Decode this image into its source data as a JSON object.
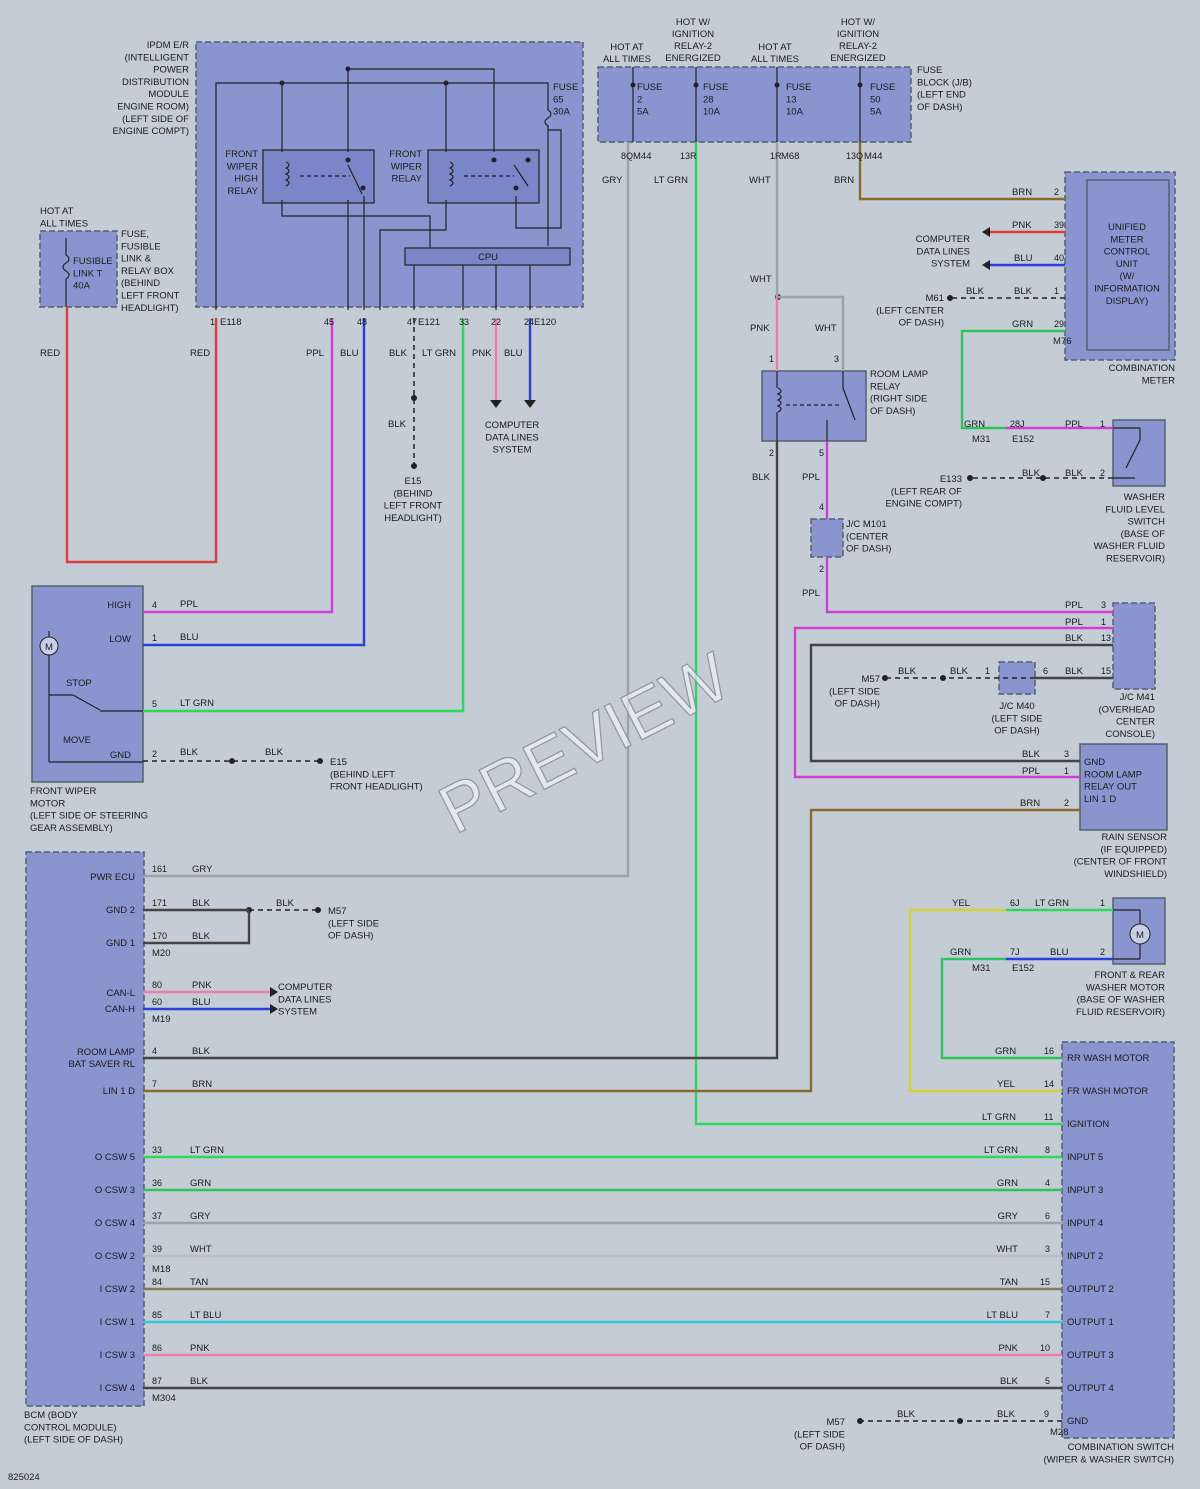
{
  "diagram": {
    "doc_id": "825024",
    "watermark": "PREVIEW",
    "components": {
      "ipdm": [
        "IPDM E/R",
        "(INTELLIGENT",
        "POWER",
        "DISTRIBUTION",
        "MODULE",
        "ENGINE ROOM)",
        "(LEFT SIDE OF",
        "ENGINE COMPT)"
      ],
      "fuse65": [
        "FUSE",
        "65",
        "30A"
      ],
      "front_wiper_high_relay": [
        "FRONT",
        "WIPER",
        "HIGH",
        "RELAY"
      ],
      "front_wiper_relay": [
        "FRONT",
        "WIPER",
        "RELAY"
      ],
      "cpu": "CPU",
      "fusible_link_hot": [
        "HOT AT",
        "ALL TIMES"
      ],
      "fusible_link_inner": [
        "FUSIBLE",
        "LINK T",
        "40A"
      ],
      "fusible_link_box": [
        "FUSE,",
        "FUSIBLE",
        "LINK &",
        "RELAY BOX",
        "(BEHIND",
        "LEFT FRONT",
        "HEADLIGHT)"
      ],
      "fuse_block_label": [
        "FUSE",
        "BLOCK (J/B)",
        "(LEFT END",
        "OF DASH)"
      ],
      "fuse_headers": [
        [
          "HOT AT",
          "ALL TIMES"
        ],
        [
          "HOT W/",
          "IGNITION",
          "RELAY-2",
          "ENERGIZED"
        ],
        [
          "HOT AT",
          "ALL TIMES"
        ],
        [
          "HOT W/",
          "IGNITION",
          "RELAY-2",
          "ENERGIZED"
        ]
      ],
      "fuses": [
        [
          "FUSE",
          "2",
          "5A"
        ],
        [
          "FUSE",
          "28",
          "10A"
        ],
        [
          "FUSE",
          "13",
          "10A"
        ],
        [
          "FUSE",
          "50",
          "5A"
        ]
      ],
      "meter_unit": [
        "UNIFIED",
        "METER",
        "CONTROL",
        "UNIT",
        "(W/",
        "INFORMATION",
        "DISPLAY)"
      ],
      "meter_label": [
        "COMBINATION",
        "METER"
      ],
      "room_lamp_relay": [
        "ROOM LAMP",
        "RELAY",
        "(RIGHT SIDE",
        "OF DASH)"
      ],
      "jc_m101": [
        "J/C M101",
        "(CENTER",
        "OF DASH)"
      ],
      "washer_fluid_switch": [
        "WASHER",
        "FLUID LEVEL",
        "SWITCH",
        "(BASE OF",
        "WASHER FLUID",
        "RESERVOIR)"
      ],
      "jc_m41": [
        "J/C M41",
        "(OVERHEAD",
        "CENTER",
        "CONSOLE)"
      ],
      "jc_m40": [
        "J/C M40",
        "(LEFT SIDE",
        "OF DASH)"
      ],
      "rain_sensor_pins": [
        "GND",
        "ROOM LAMP",
        "RELAY OUT",
        "LIN 1 D"
      ],
      "rain_sensor": [
        "RAIN SENSOR",
        "(IF EQUIPPED)",
        "(CENTER OF FRONT",
        "WINDSHIELD)"
      ],
      "washer_motor": [
        "FRONT & REAR",
        "WASHER MOTOR",
        "(BASE OF WASHER",
        "FLUID RESERVOIR)"
      ],
      "wiper_motor_pins": [
        "HIGH",
        "LOW",
        "STOP",
        "MOVE",
        "GND"
      ],
      "wiper_motor": [
        "FRONT WIPER",
        "MOTOR",
        "(LEFT SIDE OF STEERING",
        "GEAR ASSEMBLY)"
      ],
      "bcm": [
        "BCM (BODY",
        "CONTROL MODULE)",
        "(LEFT SIDE OF DASH)"
      ],
      "bcm_pins": [
        "PWR ECU",
        "GND 2",
        "GND 1",
        "CAN-L",
        "CAN-H",
        "ROOM LAMP",
        "BAT SAVER RL",
        "LIN 1 D",
        "O CSW 5",
        "O CSW 3",
        "O CSW 4",
        "O CSW 2",
        "I CSW 2",
        "I CSW 1",
        "I CSW 3",
        "I CSW 4"
      ],
      "combo_switch_pins": [
        "RR WASH MOTOR",
        "FR WASH MOTOR",
        "IGNITION",
        "INPUT 5",
        "INPUT 3",
        "INPUT 4",
        "INPUT 2",
        "OUTPUT 2",
        "OUTPUT 1",
        "OUTPUT 3",
        "OUTPUT 4",
        "GND"
      ],
      "combo_switch": [
        "COMBINATION SWITCH",
        "(WIPER & WASHER SWITCH)"
      ],
      "motor_symbol": "M"
    },
    "grounds": {
      "e15_top": [
        "E15",
        "(BEHIND",
        "LEFT FRONT",
        "HEADLIGHT)"
      ],
      "e15_motor": [
        "E15",
        "(BEHIND LEFT",
        "FRONT HEADLIGHT)"
      ],
      "m57_bcm": [
        "M57",
        "(LEFT SIDE",
        "OF DASH)"
      ],
      "m57_jc": [
        "M57",
        "(LEFT SIDE",
        "OF DASH)"
      ],
      "m57_combo": [
        "M57",
        "(LEFT SIDE",
        "OF DASH)"
      ],
      "m61": [
        "M61",
        "(LEFT CENTER",
        "OF DASH)"
      ],
      "e133": [
        "E133",
        "(LEFT REAR OF",
        "ENGINE COMPT)"
      ]
    },
    "data_lines": [
      "COMPUTER",
      "DATA LINES",
      "SYSTEM"
    ],
    "connectors": [
      "E118",
      "E121",
      "E120",
      "M44",
      "M68",
      "M76",
      "M31",
      "E152",
      "M20",
      "M19",
      "M18",
      "M304",
      "M28"
    ],
    "wire_colors": {
      "RED": "RED",
      "PPL": "PPL",
      "BLU": "BLU",
      "BLK": "BLK",
      "LT GRN": "LT GRN",
      "PNK": "PNK",
      "GRY": "GRY",
      "WHT": "WHT",
      "BRN": "BRN",
      "GRN": "GRN",
      "YEL": "YEL",
      "TAN": "TAN",
      "LT BLU": "LT BLU"
    },
    "bcm_rows": [
      {
        "pin": "33",
        "color": "LT GRN",
        "rpin": "8"
      },
      {
        "pin": "36",
        "color": "GRN",
        "rpin": "4"
      },
      {
        "pin": "37",
        "color": "GRY",
        "rpin": "6"
      },
      {
        "pin": "39",
        "color": "WHT",
        "rpin": "3"
      },
      {
        "pin": "84",
        "color": "TAN",
        "rpin": "15"
      },
      {
        "pin": "85",
        "color": "LT BLU",
        "rpin": "7"
      },
      {
        "pin": "86",
        "color": "PNK",
        "rpin": "10"
      },
      {
        "pin": "87",
        "color": "BLK",
        "rpin": "5"
      }
    ]
  }
}
